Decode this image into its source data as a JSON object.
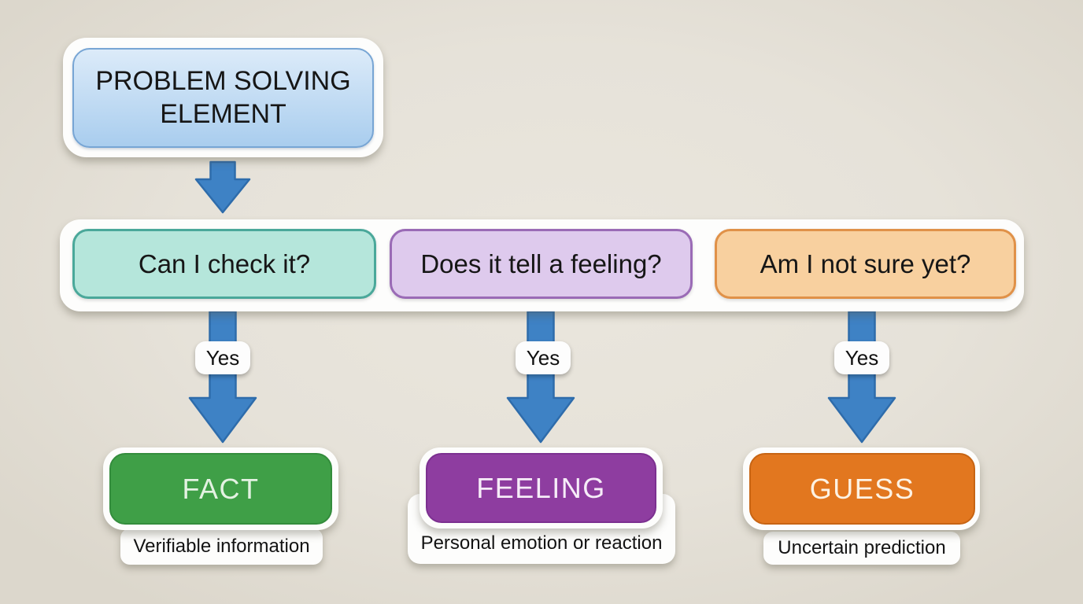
{
  "background": "#e6e2d9",
  "root": {
    "line1": "PROBLEM SOLVING",
    "line2": "ELEMENT",
    "fill_top": "#dcebf9",
    "fill_bottom": "#a9cdee",
    "border": "#77a5d4"
  },
  "arrow": {
    "fill": "#3e82c5",
    "stroke": "#2e6cab"
  },
  "branch": {
    "label": "Yes"
  },
  "questions": [
    {
      "label": "Can I check it?",
      "fill": "#b5e6db",
      "border": "#4aa89a"
    },
    {
      "label": "Does it tell a feeling?",
      "fill": "#decaed",
      "border": "#9a6bb6"
    },
    {
      "label": "Am I not sure yet?",
      "fill": "#f8d09f",
      "border": "#e09148"
    }
  ],
  "outcomes": [
    {
      "title": "FACT",
      "description": "Verifiable information",
      "fill": "#3f9f47",
      "border": "#338c3c",
      "text_color": "#e3f2e2"
    },
    {
      "title": "FEELING",
      "description": "Personal emotion or reaction",
      "fill": "#8e3da0",
      "border": "#7c3090",
      "text_color": "#f6ecf8"
    },
    {
      "title": "GUESS",
      "description": "Uncertain prediction",
      "fill": "#e2771f",
      "border": "#c76413",
      "text_color": "#fdf2e3"
    }
  ]
}
